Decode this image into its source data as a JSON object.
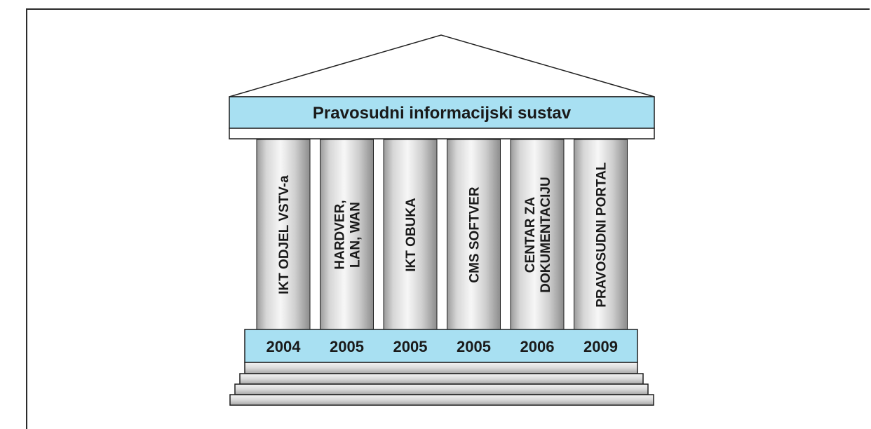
{
  "building": {
    "title": "Pravosudni informacijski sustav",
    "pillars": [
      {
        "lines": [
          "IKT ODJEL VSTV-a"
        ],
        "year": "2004"
      },
      {
        "lines": [
          "HARDVER,",
          "LAN, WAN"
        ],
        "year": "2005"
      },
      {
        "lines": [
          "IKT OBUKA"
        ],
        "year": "2005"
      },
      {
        "lines": [
          "CMS SOFTVER"
        ],
        "year": "2005"
      },
      {
        "lines": [
          "CENTAR ZA",
          "DOKUMENTACIJU"
        ],
        "year": "2006"
      },
      {
        "lines": [
          "PRAVOSUDNI PORTAL"
        ],
        "year": "2009"
      }
    ]
  },
  "colors": {
    "band": "#a8e0f2",
    "stroke": "#1f1f1f",
    "pillar_light": "#f2f2f2",
    "pillar_dark": "#a9a9a9"
  }
}
